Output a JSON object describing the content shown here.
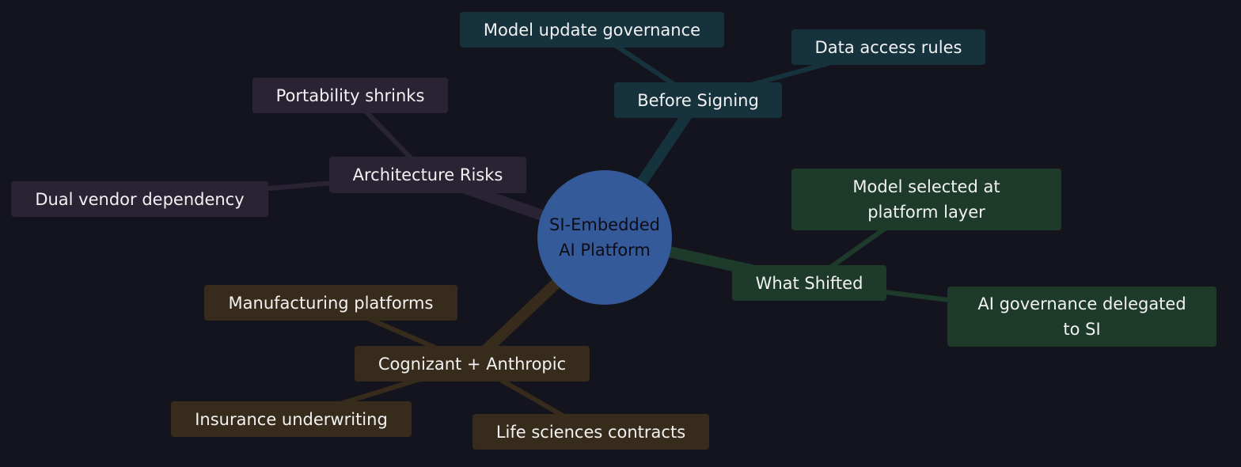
{
  "diagram": {
    "type": "mind-map",
    "center": {
      "label": "SI-Embedded\nAI Platform",
      "color": "#355a99"
    },
    "branches": [
      {
        "label": "Before Signing",
        "color": "#16323d",
        "children": [
          "Model update governance",
          "Data access rules"
        ]
      },
      {
        "label": "Architecture Risks",
        "color": "#2a2334",
        "children": [
          "Portability shrinks",
          "Dual vendor dependency"
        ]
      },
      {
        "label": "What Shifted",
        "color": "#1d3a2b",
        "children": [
          "Model selected at\nplatform layer",
          "AI governance delegated\nto SI"
        ]
      },
      {
        "label": "Cognizant + Anthropic",
        "color": "#372b1b",
        "children": [
          "Manufacturing platforms",
          "Insurance underwriting",
          "Life sciences contracts"
        ]
      }
    ]
  }
}
